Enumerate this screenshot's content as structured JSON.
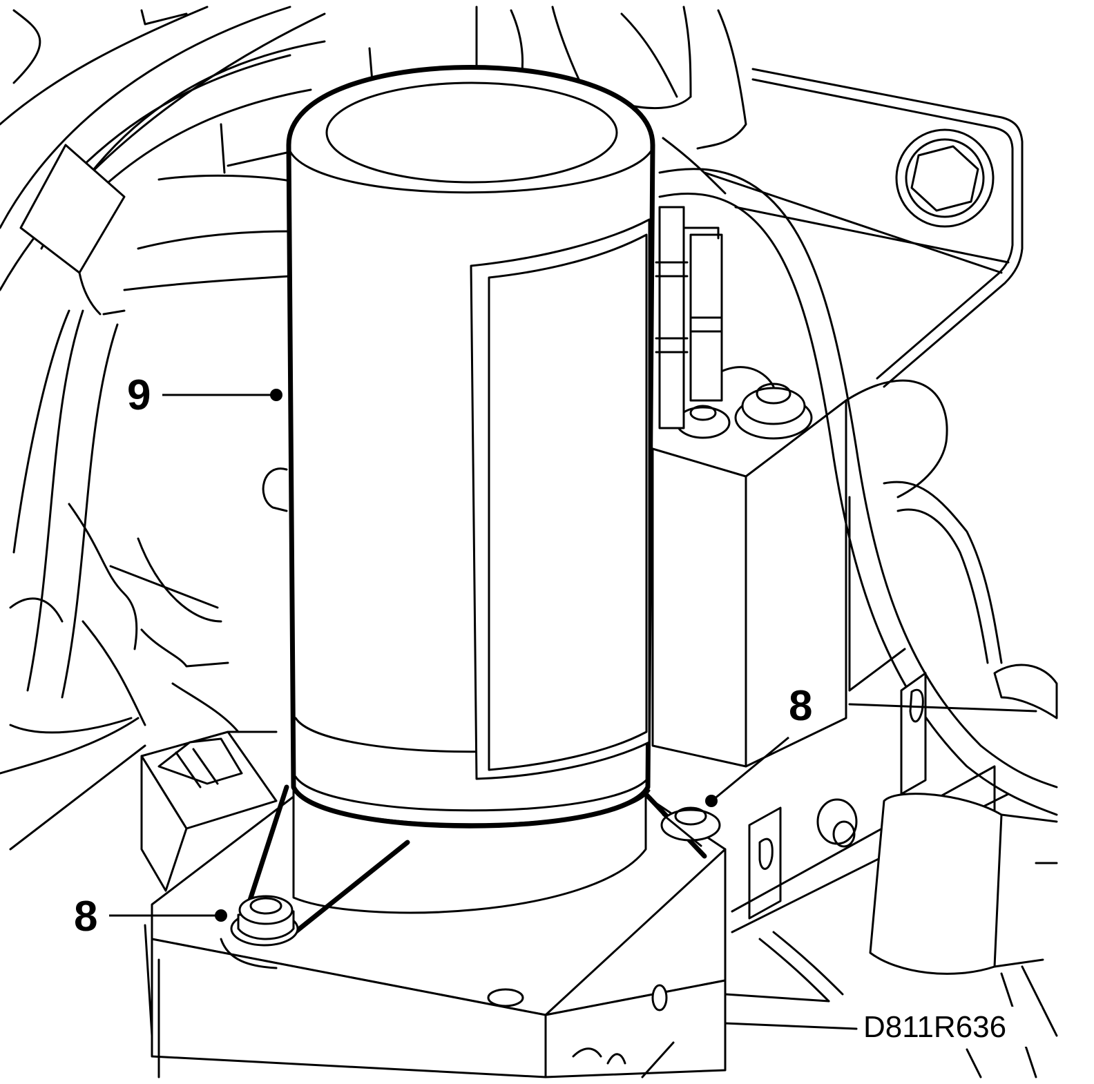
{
  "callouts": {
    "label_9": "9",
    "label_8_right": "8",
    "label_8_left": "8"
  },
  "figure_ref": "D811R636"
}
